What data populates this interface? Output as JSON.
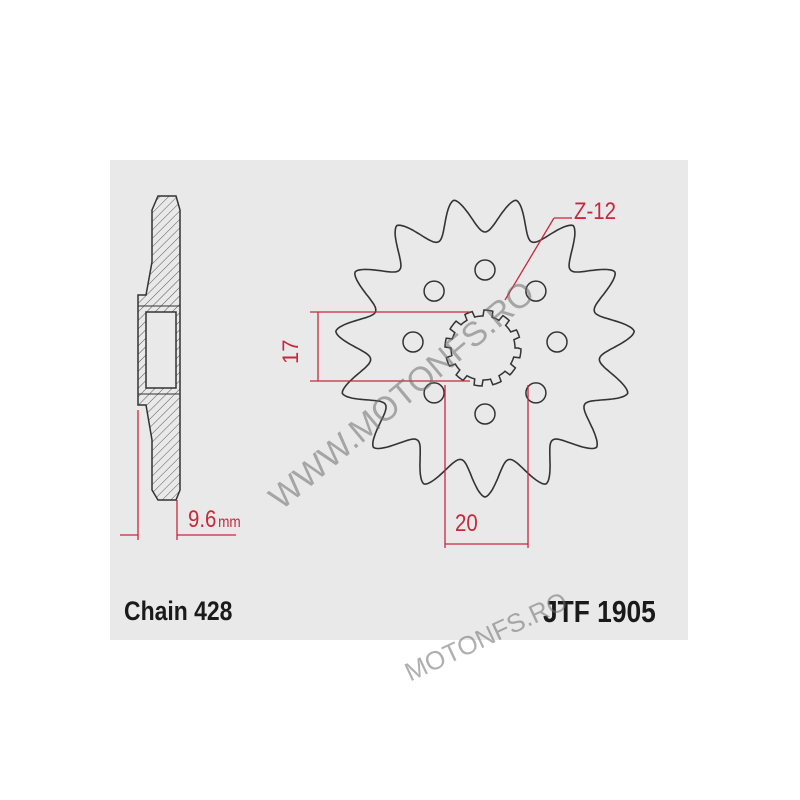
{
  "drawing": {
    "teeth_label": "Z-12",
    "height_dim": "17",
    "width_dim": "20",
    "thickness_dim": "9.6",
    "thickness_unit": "mm",
    "chain_label": "Chain 428",
    "part_number": "JTF 1905",
    "watermark": "WWW.MOTONFS.RO",
    "watermark_2": "MOTONFS.RO"
  },
  "colors": {
    "dimension": "#c8283c",
    "outline": "#333333",
    "background": "#e9e9e9"
  }
}
